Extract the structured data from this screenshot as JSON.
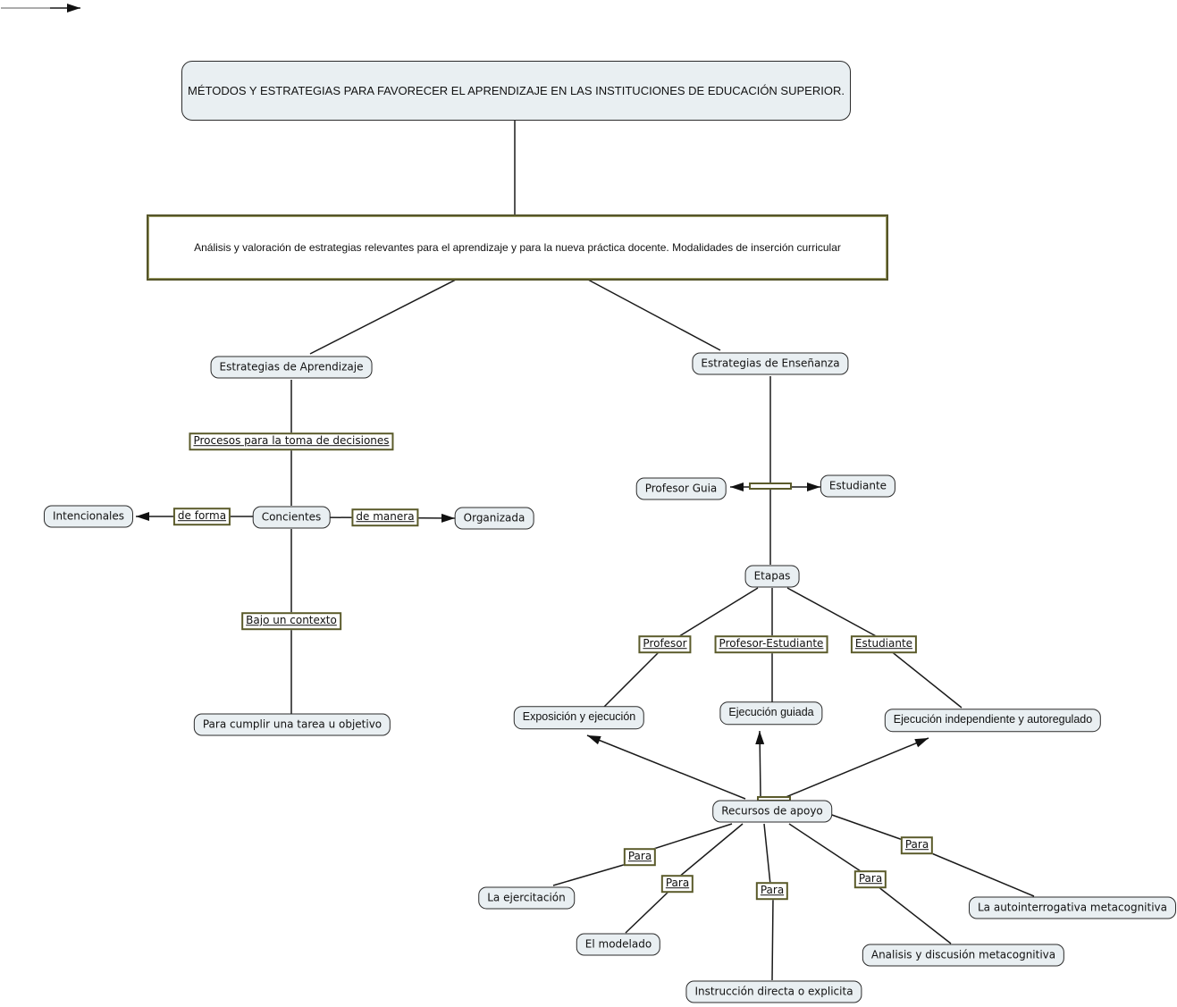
{
  "meta": {
    "diagram_type": "concept-map",
    "background_color": "#ffffff",
    "node_fill_color": "#e9eff2",
    "node_border_color": "#2b2b2b",
    "link_label_border_color": "#5b5b2b",
    "connector_color": "#1a1a1a"
  },
  "nodes": {
    "title": "MÉTODOS Y ESTRATEGIAS PARA FAVORECER EL APRENDIZAJE EN LAS INSTITUCIONES DE EDUCACIÓN SUPERIOR.",
    "analisis": "Análisis y valoración de estrategias relevantes para el aprendizaje y para la nueva práctica docente. Modalidades de inserción curricular",
    "estrategias_aprendizaje": "Estrategias de Aprendizaje",
    "concientes": "Concientes",
    "intencionales": "Intencionales",
    "organizada": "Organizada",
    "para_cumplir": "Para cumplir una tarea u objetivo",
    "estrategias_ensenanza": "Estrategias de Enseñanza",
    "profesor_guia": "Profesor Guia",
    "estudiante": "Estudiante",
    "etapas": "Etapas",
    "exposicion": "Exposición y ejecución",
    "ejecucion_guiada": "Ejecución guiada",
    "ejecucion_independiente": "Ejecución independiente  y autoregulado",
    "recursos": "Recursos de apoyo",
    "ejercitacion": "La ejercitación",
    "modelado": "El modelado",
    "instruccion": "Instrucción directa o explicita",
    "analisis_metacognitiva": "Analisis y discusión metacognitiva",
    "autointerrogativa": "La autointerrogativa metacognitiva"
  },
  "links": {
    "procesos": "Procesos para la toma de decisiones",
    "de_forma": "de forma",
    "de_manera": "de manera",
    "bajo_contexto": "Bajo un contexto",
    "profesor": "Profesor",
    "profesor_estudiante": "Profesor-Estudiante",
    "estudiante": "Estudiante",
    "para": "Para"
  }
}
